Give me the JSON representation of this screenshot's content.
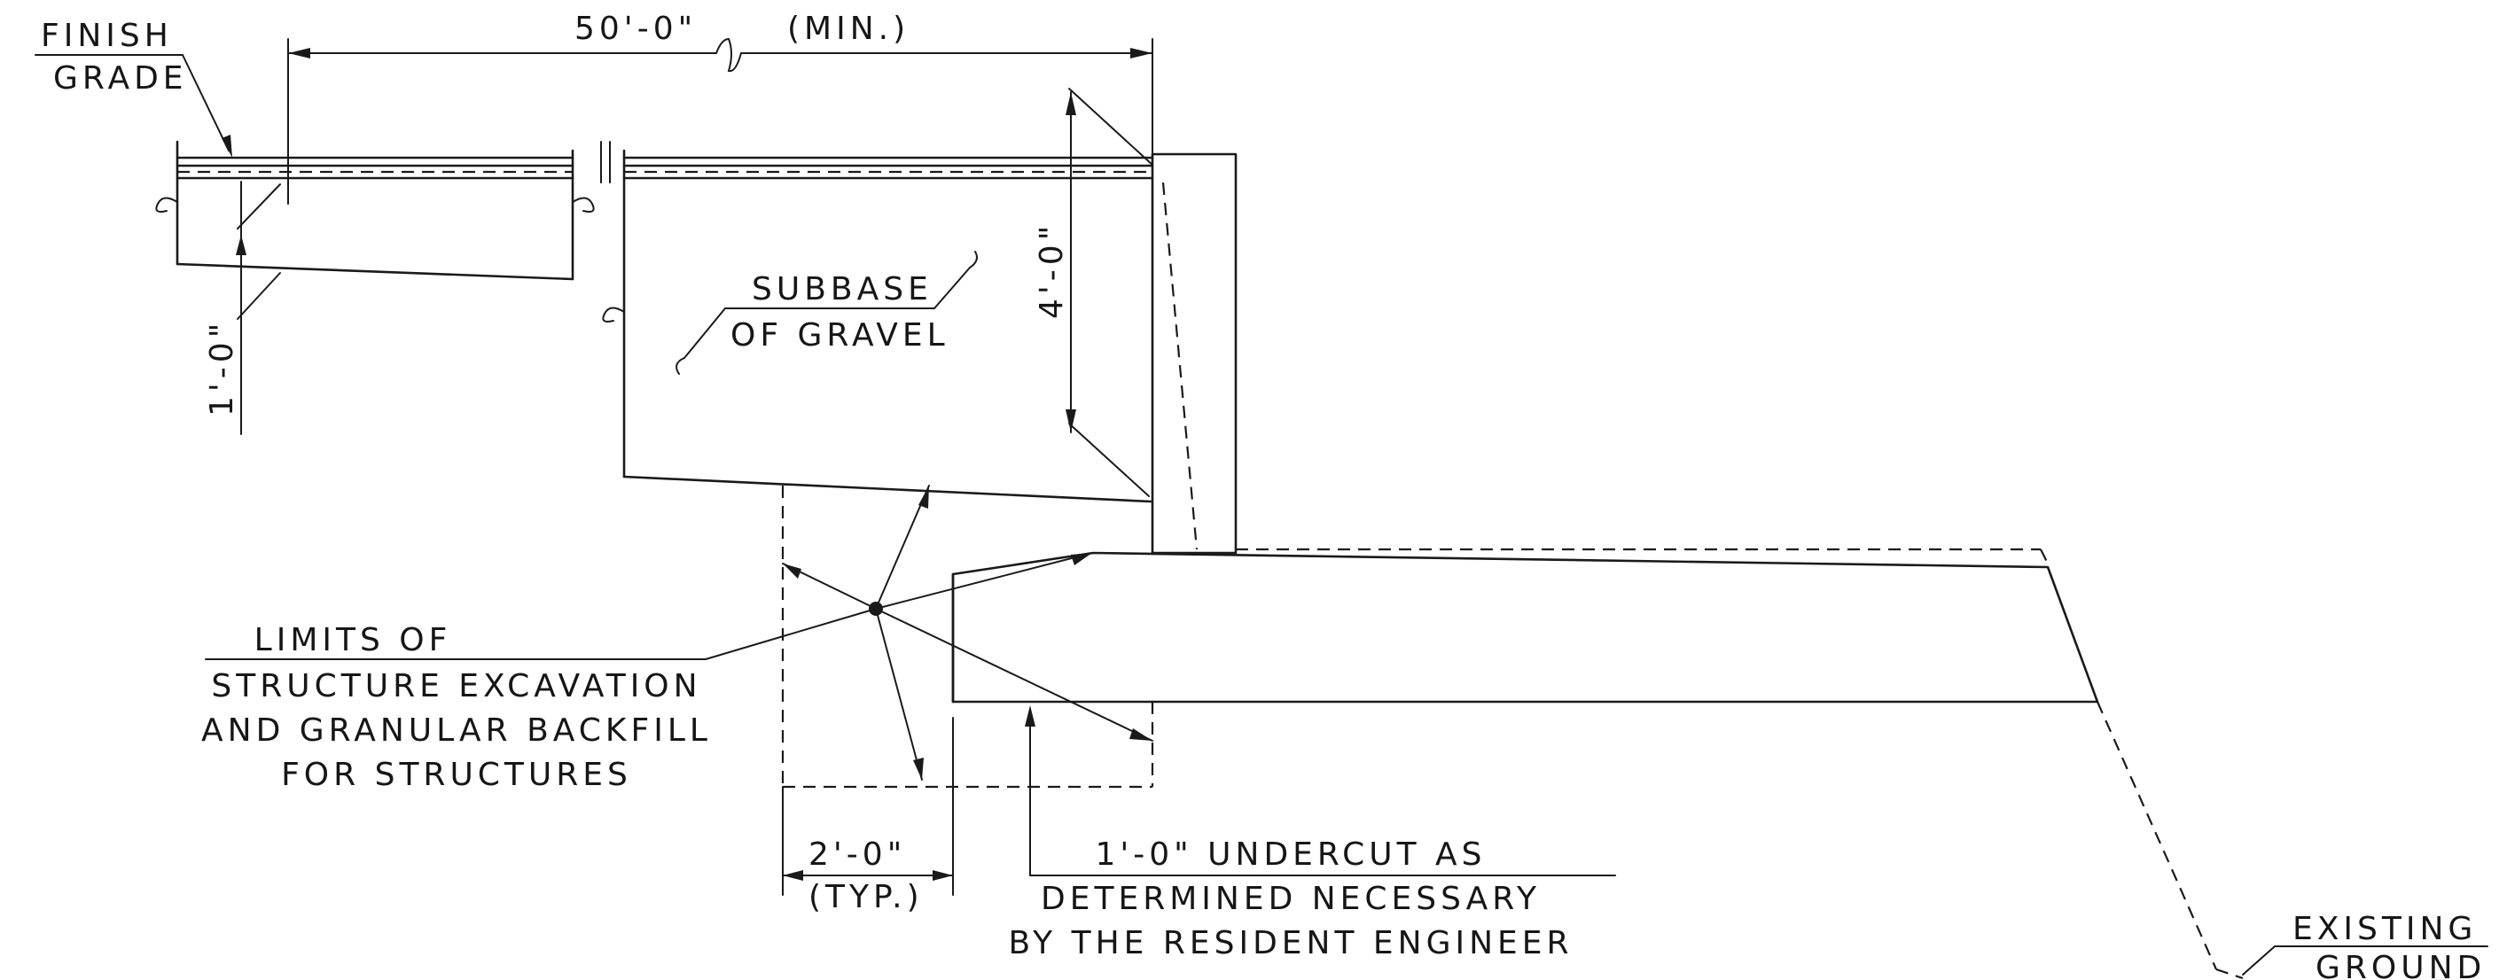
{
  "labels": {
    "finish_grade": [
      "FINISH",
      "GRADE"
    ],
    "length_dim": "50'-0\"",
    "length_note": "(MIN.)",
    "depth_dim": "4'-0\"",
    "thickness_dim": "1'-0\"",
    "subbase": [
      "SUBBASE",
      "OF GRAVEL"
    ],
    "limits": [
      "LIMITS OF",
      "STRUCTURE EXCAVATION",
      "AND GRANULAR BACKFILL",
      "FOR STRUCTURES"
    ],
    "width_dim": "2'-0\"",
    "width_note": "(TYP.)",
    "undercut": [
      "1'-0\" UNDERCUT AS",
      "DETERMINED NECESSARY",
      "BY THE RESIDENT ENGINEER"
    ],
    "existing_ground": [
      "EXISTING",
      "GROUND"
    ]
  }
}
